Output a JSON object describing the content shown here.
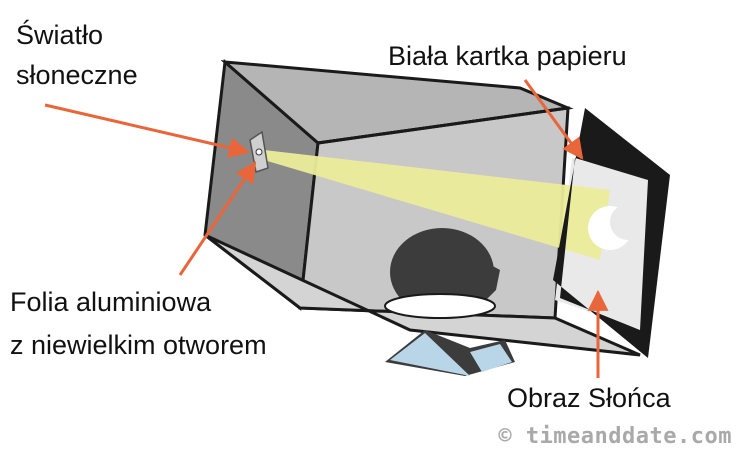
{
  "labels": {
    "sunlight_line1": "Światło",
    "sunlight_line2": "słoneczne",
    "white_paper": "Biała kartka papieru",
    "foil_line1": "Folia aluminiowa",
    "foil_line2": "z niewielkim otworem",
    "sun_image": "Obraz Słońca"
  },
  "watermark": "© timeanddate.com",
  "colors": {
    "arrow": "#e8663a",
    "box_dark": "#8a8a8a",
    "box_light": "#c4c4c4",
    "beam": "#ecec9a",
    "frame": "#1a1a1a",
    "head": "#3c3c3c"
  }
}
